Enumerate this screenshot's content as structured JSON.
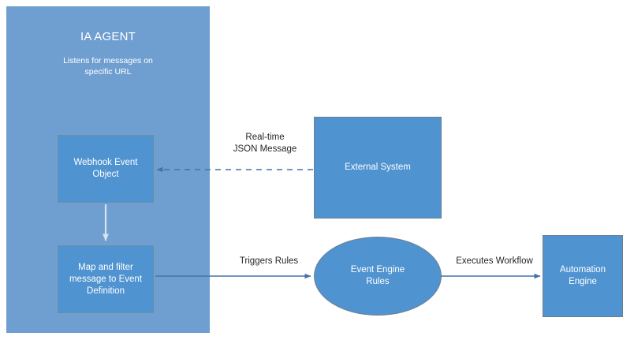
{
  "diagram": {
    "type": "flowchart",
    "colors": {
      "panel_fill": "#6f9fd0",
      "node_fill": "#4f93d0",
      "node_border": "#8d9aa6",
      "connector": "#4472a8",
      "inner_arrow": "#d6e3f0",
      "label_text": "#262626",
      "node_text": "#ffffff"
    },
    "container": {
      "title": "IA AGENT",
      "subtitle": "Listens for messages on\nspecific URL"
    },
    "nodes": {
      "webhook": {
        "label": "Webhook Event\nObject",
        "shape": "rectangle"
      },
      "mapfilter": {
        "label": "Map and filter\nmessage to Event\nDefinition",
        "shape": "rectangle"
      },
      "external": {
        "label": "External System",
        "shape": "rectangle"
      },
      "event_engine": {
        "label": "Event Engine\nRules",
        "shape": "ellipse"
      },
      "automation": {
        "label": "Automation\nEngine",
        "shape": "rectangle"
      }
    },
    "edges": {
      "realtime": {
        "label": "Real-time\nJSON Message",
        "style": "dashed",
        "direction": "external-to-webhook"
      },
      "internal_flow": {
        "label": "",
        "style": "solid",
        "direction": "webhook-to-mapfilter"
      },
      "triggers": {
        "label": "Triggers Rules",
        "style": "solid",
        "direction": "mapfilter-to-event-engine"
      },
      "executes": {
        "label": "Executes Workflow",
        "style": "solid",
        "direction": "event-engine-to-automation"
      }
    }
  }
}
